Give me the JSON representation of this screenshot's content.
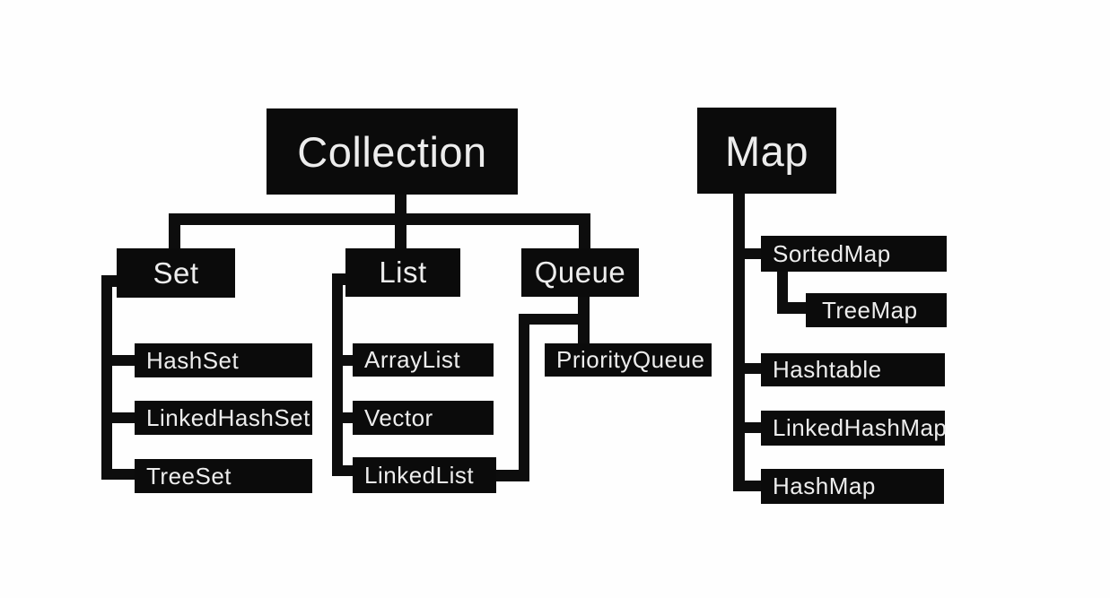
{
  "diagram": {
    "type": "hierarchy-tree",
    "subject": "Collection and Map class hierarchy",
    "colors": {
      "background": "#fefefe",
      "box_fill": "#0b0b0b",
      "box_text": "#ededed",
      "line": "#0d0d0d"
    }
  },
  "nodes": {
    "collection": {
      "label": "Collection"
    },
    "map": {
      "label": "Map"
    },
    "set": {
      "label": "Set"
    },
    "list": {
      "label": "List"
    },
    "queue": {
      "label": "Queue"
    },
    "hashset": {
      "label": "HashSet"
    },
    "linkedhashset": {
      "label": "LinkedHashSet"
    },
    "treeset": {
      "label": "TreeSet"
    },
    "arraylist": {
      "label": "ArrayList"
    },
    "vector": {
      "label": "Vector"
    },
    "linkedlist": {
      "label": "LinkedList"
    },
    "priorityqueue": {
      "label": "PriorityQueue"
    },
    "sortedmap": {
      "label": "SortedMap"
    },
    "treemap": {
      "label": "TreeMap"
    },
    "hashtable": {
      "label": "Hashtable"
    },
    "linkedhashmap": {
      "label": "LinkedHashMap"
    },
    "hashmap": {
      "label": "HashMap"
    }
  },
  "edges": [
    {
      "from": "Collection",
      "to": "Set"
    },
    {
      "from": "Collection",
      "to": "List"
    },
    {
      "from": "Collection",
      "to": "Queue"
    },
    {
      "from": "Set",
      "to": "HashSet"
    },
    {
      "from": "Set",
      "to": "LinkedHashSet"
    },
    {
      "from": "Set",
      "to": "TreeSet"
    },
    {
      "from": "List",
      "to": "ArrayList"
    },
    {
      "from": "List",
      "to": "Vector"
    },
    {
      "from": "List",
      "to": "LinkedList"
    },
    {
      "from": "Queue",
      "to": "PriorityQueue"
    },
    {
      "from": "Queue",
      "to": "LinkedList"
    },
    {
      "from": "Map",
      "to": "SortedMap"
    },
    {
      "from": "SortedMap",
      "to": "TreeMap"
    },
    {
      "from": "Map",
      "to": "Hashtable"
    },
    {
      "from": "Map",
      "to": "LinkedHashMap"
    },
    {
      "from": "Map",
      "to": "HashMap"
    }
  ]
}
